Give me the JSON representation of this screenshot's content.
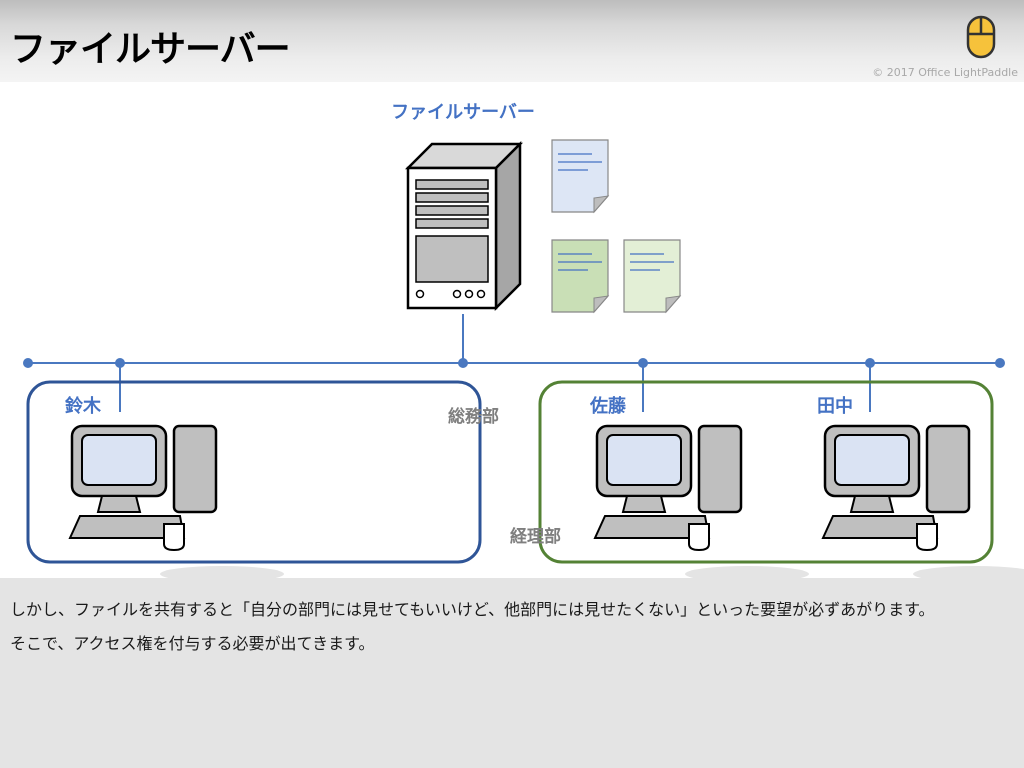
{
  "header": {
    "title": "ファイルサーバー",
    "logo_icon": "mouse-icon",
    "copyright": "© 2017 Office LightPaddle"
  },
  "diagram": {
    "server_label": "ファイルサーバー",
    "documents": [
      {
        "icon": "document-icon",
        "color": "#dde6f5"
      },
      {
        "icon": "document-icon",
        "color": "#c9dfb6"
      },
      {
        "icon": "document-icon",
        "color": "#e3efd6"
      }
    ],
    "groups": [
      {
        "name": "総務部",
        "border_color": "#2f5597",
        "members": [
          "鈴木"
        ]
      },
      {
        "name": "経理部",
        "border_color": "#548235",
        "members": [
          "佐藤",
          "田中"
        ]
      }
    ],
    "colors": {
      "network_line": "#4a78c0",
      "person_label": "#4472c4",
      "group_label": "#7f7f7f",
      "server_label": "#4472c4"
    }
  },
  "footer": {
    "line1": "しかし、ファイルを共有すると「自分の部門には見せてもいいけど、他部門には見せたくない」といった要望が必ずあがります。",
    "line2": "そこで、アクセス権を付与する必要が出てきます。"
  }
}
